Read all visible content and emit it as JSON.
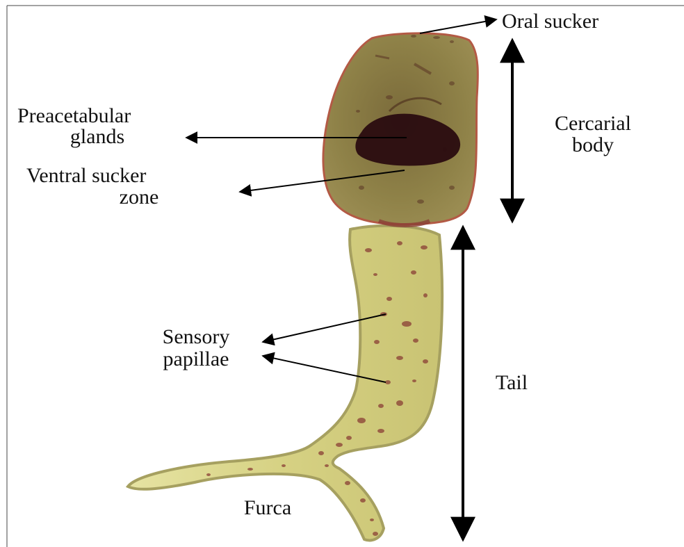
{
  "figure": {
    "labels": {
      "oral_sucker": "Oral sucker",
      "preacetabular_glands_line1": "Preacetabular",
      "preacetabular_glands_line2": "glands",
      "ventral_sucker_zone_line1": "Ventral sucker",
      "ventral_sucker_zone_line2": "zone",
      "cercarial_body_line1": "Cercarial",
      "cercarial_body_line2": "body",
      "sensory_papillae_line1": "Sensory",
      "sensory_papillae_line2": "papillae",
      "tail": "Tail",
      "furca": "Furca"
    },
    "colors": {
      "body_fill": "#8c7d45",
      "body_outline": "#b35a45",
      "gland_fill": "#2a0c10",
      "tail_fill": "#d8d487",
      "tail_outline": "#a6a060",
      "papilla": "#8a3f35",
      "arrow": "#000000"
    }
  }
}
